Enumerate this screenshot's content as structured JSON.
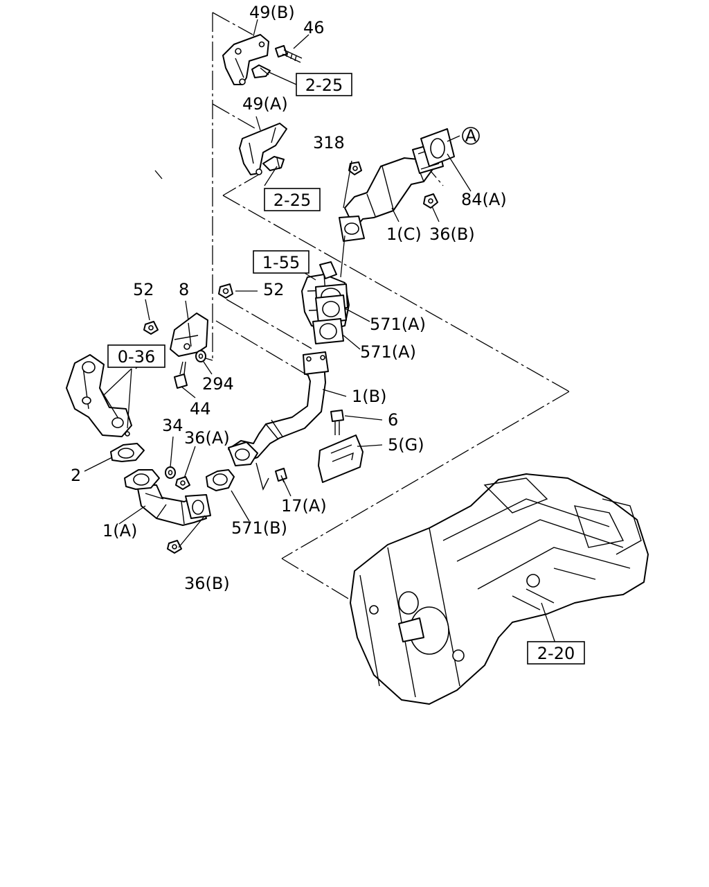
{
  "diagram": {
    "callouts": {
      "c49b": "49(B)",
      "c46": "46",
      "c49a": "49(A)",
      "c318": "318",
      "c84a": "84(A)",
      "c1c": "1(C)",
      "c36b_top": "36(B)",
      "c52_left": "52",
      "c8": "8",
      "c52_right": "52",
      "c571a_1": "571(A)",
      "c571a_2": "571(A)",
      "c294": "294",
      "c44": "44",
      "c1b": "1(B)",
      "c6": "6",
      "c5g": "5(G)",
      "c34": "34",
      "c36a": "36(A)",
      "c2": "2",
      "c17a": "17(A)",
      "c1a": "1(A)",
      "c571b": "571(B)",
      "c36b_bottom": "36(B)"
    },
    "references": {
      "r225_top": "2-25",
      "r225_mid": "2-25",
      "r155": "1-55",
      "r036": "0-36",
      "r220": "2-20"
    },
    "circle_marker": "A"
  }
}
